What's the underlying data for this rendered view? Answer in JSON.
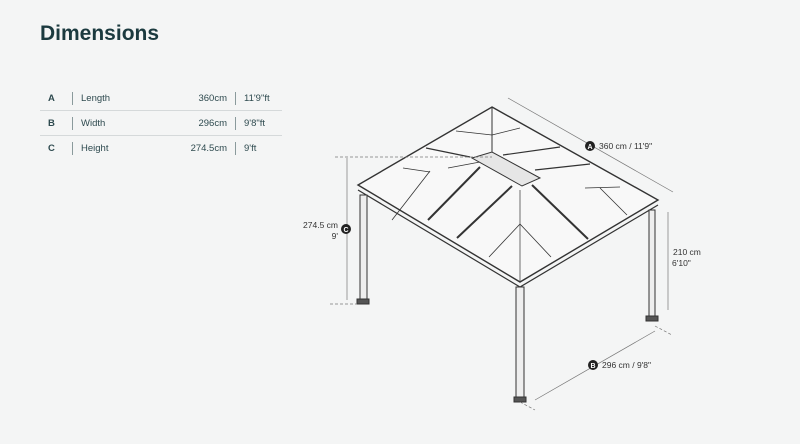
{
  "title": "Dimensions",
  "rows": [
    {
      "key": "A",
      "label": "Length",
      "cm": "360cm",
      "ft": "11'9\"ft"
    },
    {
      "key": "B",
      "label": "Width",
      "cm": "296cm",
      "ft": "9'8\"ft"
    },
    {
      "key": "C",
      "label": "Height",
      "cm": "274.5cm",
      "ft": "9'ft"
    }
  ],
  "diagram": {
    "a": {
      "key": "A",
      "text": "360 cm / 11'9\""
    },
    "b": {
      "key": "B",
      "text": "296 cm / 9'8\""
    },
    "c": {
      "key": "C",
      "cm": "274.5 cm",
      "ft": "9'"
    },
    "side": {
      "cm": "210 cm",
      "ft": "6'10\""
    }
  }
}
